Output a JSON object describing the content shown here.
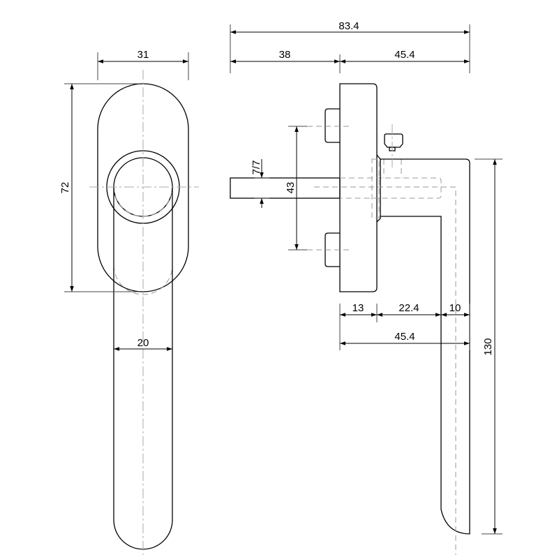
{
  "drawing": {
    "front_view": {
      "width_rosette": "31",
      "height_rosette": "72",
      "lever_width": "20"
    },
    "side_view": {
      "overall_depth": "83.4",
      "spindle_length": "38",
      "handle_projection": "45.4",
      "screw_spacing": "43",
      "spindle_square": "7/7",
      "rosette_depth": "13",
      "neck_length": "22.4",
      "lever_thickness": "10",
      "lever_reach": "45.4",
      "lever_length": "130"
    },
    "colors": {
      "line": "#000000",
      "hidden": "#999999"
    }
  }
}
